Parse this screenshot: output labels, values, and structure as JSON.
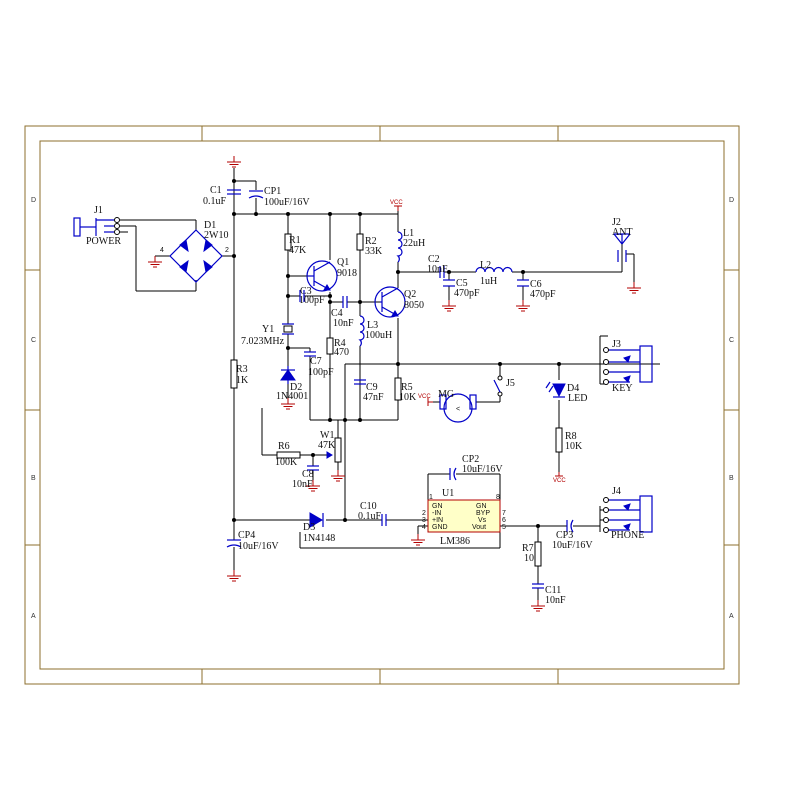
{
  "frame": {
    "row_labels": [
      "D",
      "C",
      "B",
      "A"
    ],
    "colors": {
      "wire": "#000000",
      "ground": "#b30000",
      "symbol": "#0000c8",
      "frame": "#8c6f2e"
    }
  },
  "labels": {
    "J1": "J1",
    "POWER": "POWER",
    "D1": "D1",
    "D1v": "2W10",
    "n4": "4",
    "n2": "2",
    "C1": "C1",
    "C1v": "0.1uF",
    "CP1": "CP1",
    "CP1v": "100uF/16V",
    "R1": "R1",
    "R1v": "47K",
    "Q1": "Q1",
    "Q1v": "9018",
    "R2": "R2",
    "R2v": "33K",
    "L1": "L1",
    "L1v": "22uH",
    "VCC": "VCC",
    "C2": "C2",
    "C2v": "10nF",
    "L2": "L2",
    "L2v": "1uH",
    "C5": "C5",
    "C5v": "470pF",
    "C6": "C6",
    "C6v": "470pF",
    "J2": "J2",
    "ANT": "ANT",
    "C3": "C3",
    "C3v": "100pF",
    "C4": "C4",
    "C4v": "10nF",
    "Q2": "Q2",
    "Q2v": "8050",
    "L3": "L3",
    "L3v": "100uH",
    "Y1": "Y1",
    "Y1v": "7.023MHz",
    "R3": "R3",
    "R3v": "1K",
    "C7": "C7",
    "C7v": "100pF",
    "R4": "R4",
    "R4v": "470",
    "D2": "D2",
    "D2v": "1N4001",
    "C9": "C9",
    "C9v": "47nF",
    "R5": "R5",
    "R5v": "10K",
    "MG": "MG",
    "J5": "J5",
    "D4": "D4",
    "LED": "LED",
    "J3": "J3",
    "KEY": "KEY",
    "W1": "W1",
    "W1v": "47K",
    "R6": "R6",
    "R6v": "100K",
    "C8": "C8",
    "C8v": "10nF",
    "R8": "R8",
    "R8v": "10K",
    "CP2": "CP2",
    "CP2v": "10uF/16V",
    "U1": "U1",
    "U1v": "LM386",
    "U1pins": [
      "GN",
      "-IN",
      "+IN",
      "GND",
      "GN",
      "BYP",
      "Vs",
      "Vout"
    ],
    "U1nums": [
      "1",
      "2",
      "3",
      "4",
      "8",
      "7",
      "6",
      "5"
    ],
    "J4": "J4",
    "PHONE": "PHONE",
    "C10": "C10",
    "C10v": "0.1uF",
    "D3": "D3",
    "D3v": "1N4148",
    "CP4": "CP4",
    "CP4v": "10uF/16V",
    "CP3": "CP3",
    "CP3v": "10uF/16V",
    "R7": "R7",
    "R7v": "10",
    "C11": "C11",
    "C11v": "10nF"
  }
}
